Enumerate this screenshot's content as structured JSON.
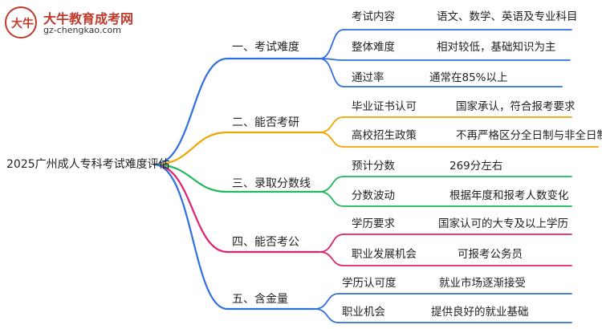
{
  "logo": {
    "mark": "大牛",
    "title": "大牛教育成考网",
    "url": "gz-chengkao.com"
  },
  "root": "2025广州成人专科考试难度评估",
  "branches": [
    {
      "label": "一、考试难度",
      "color": "#2f6fe0",
      "leaves": [
        {
          "key": "考试内容",
          "value": "语文、数学、英语及专业科目"
        },
        {
          "key": "整体难度",
          "value": "相对较低，基础知识为主"
        },
        {
          "key": "通过率",
          "value": "通常在85%以上"
        }
      ]
    },
    {
      "label": "二、能否考研",
      "color": "#f2a500",
      "leaves": [
        {
          "key": "毕业证书认可",
          "value": "国家承认，符合报考要求"
        },
        {
          "key": "高校招生政策",
          "value": "不再严格区分全日制与非全日制"
        }
      ]
    },
    {
      "label": "三、录取分数线",
      "color": "#1fb85a",
      "leaves": [
        {
          "key": "预计分数",
          "value": "269分左右"
        },
        {
          "key": "分数波动",
          "value": "根据年度和报考人数变化"
        }
      ]
    },
    {
      "label": "四、能否考公",
      "color": "#e0206e",
      "leaves": [
        {
          "key": "学历要求",
          "value": "国家认可的大专及以上学历"
        },
        {
          "key": "职业发展机会",
          "value": "可报考公务员"
        }
      ]
    },
    {
      "label": "五、含金量",
      "color": "#2f6fe0",
      "leaves": [
        {
          "key": "学历认可度",
          "value": "就业市场逐渐接受"
        },
        {
          "key": "职业机会",
          "value": "提供良好的就业基础"
        }
      ]
    }
  ]
}
